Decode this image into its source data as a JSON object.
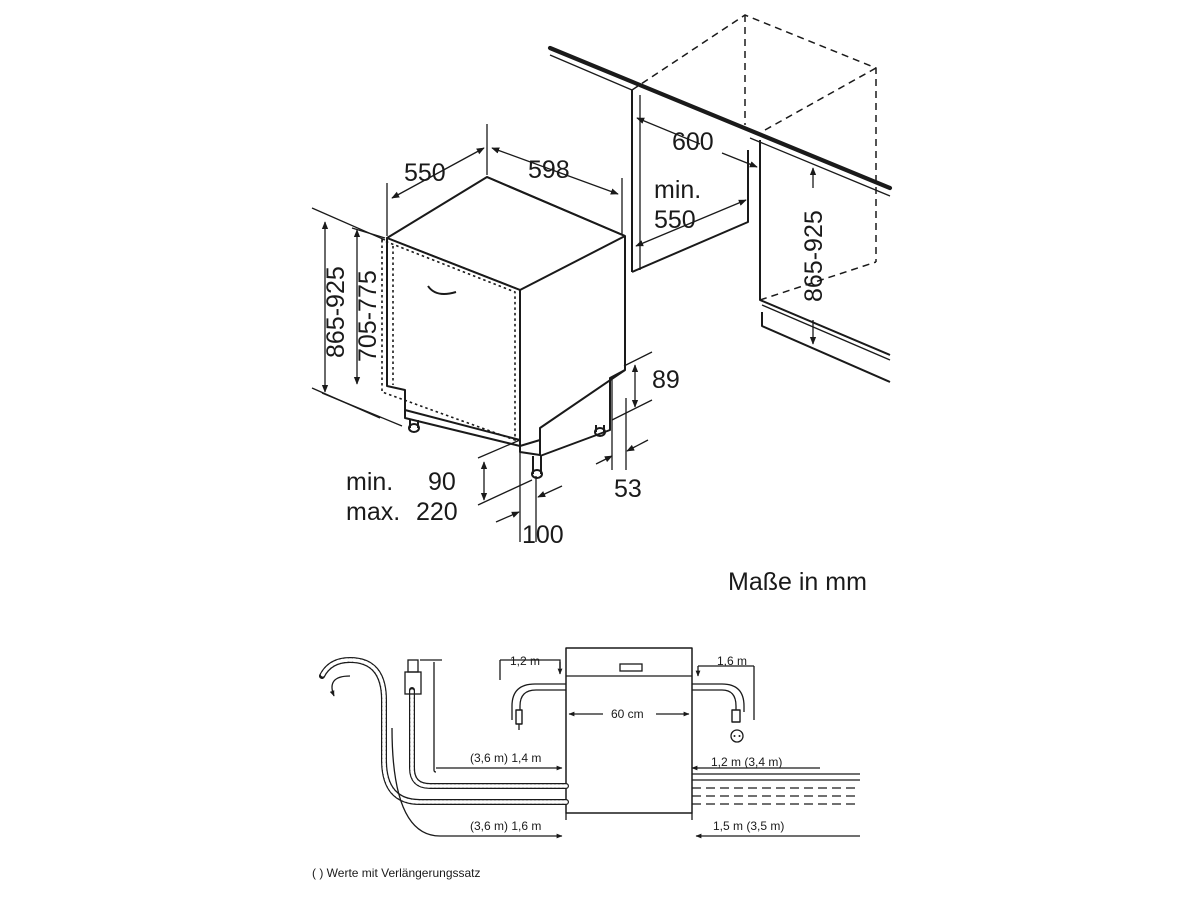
{
  "installation": {
    "width_label": "598",
    "depth_label": "550",
    "height_range_label": "865-925",
    "door_height_label": "705-775",
    "plinth_label": "89",
    "plinth_depth_label": "53",
    "foot_min_label": "min.",
    "foot_min_value": "90",
    "foot_max_label": "max.",
    "foot_max_value": "220",
    "foot_front_label": "100",
    "niche_width_label": "600",
    "niche_depth_min_label": "min.",
    "niche_depth_value": "550",
    "niche_height_label": "865-925",
    "units_label": "Maße in mm"
  },
  "connections": {
    "width_label": "60 cm",
    "left_cable_label": "1,2 m",
    "right_cable_label": "1,6 m",
    "inlet_left_label": "(3,6 m) 1,4 m",
    "drain_left_label": "(3,6 m) 1,6 m",
    "inlet_right_label": "1,2 m (3,4 m)",
    "drain_right_label": "1,5 m (3,5 m)",
    "footnote": "(  ) Werte mit Verlängerungssatz"
  }
}
